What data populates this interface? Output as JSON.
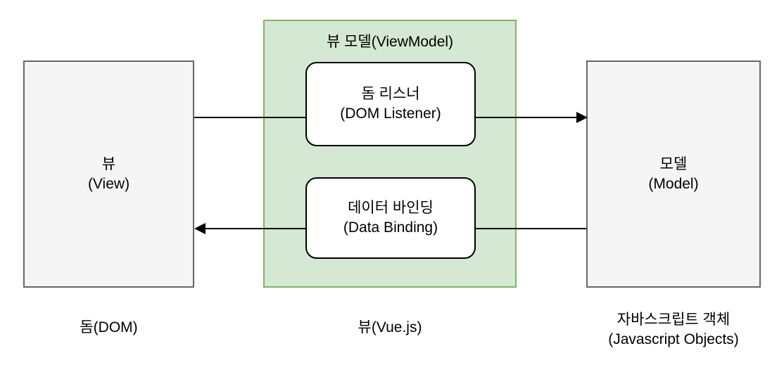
{
  "diagram": {
    "title": "Vue.js MVVM architecture diagram",
    "colors": {
      "node_fill": "#f5f5f5",
      "node_border": "#666666",
      "container_fill": "#d5e8d4",
      "container_border": "#82b366",
      "inner_fill": "#ffffff",
      "inner_border": "#000000",
      "edge": "#000000",
      "background": "#ffffff"
    },
    "nodes": {
      "view": {
        "label": "뷰\n(View)",
        "caption": "돔(DOM)"
      },
      "viewmodel": {
        "label": "뷰 모델(ViewModel)",
        "caption": "뷰(Vue.js)"
      },
      "model": {
        "label": "모델\n(Model)",
        "caption": "자바스크립트 객체\n(Javascript Objects)"
      },
      "dom_listener": {
        "label": "돔 리스너\n(DOM Listener)"
      },
      "data_binding": {
        "label": "데이터 바인딩\n(Data Binding)"
      }
    },
    "edges": [
      {
        "name": "view-to-dom-listener",
        "from": "view",
        "to": "dom_listener",
        "arrow": false,
        "label": ""
      },
      {
        "name": "dom-listener-to-model",
        "from": "dom_listener",
        "to": "model",
        "arrow": true,
        "label": ""
      },
      {
        "name": "model-to-data-binding",
        "from": "model",
        "to": "data_binding",
        "arrow": false,
        "label": ""
      },
      {
        "name": "data-binding-to-view",
        "from": "data_binding",
        "to": "view",
        "arrow": true,
        "label": ""
      }
    ]
  }
}
